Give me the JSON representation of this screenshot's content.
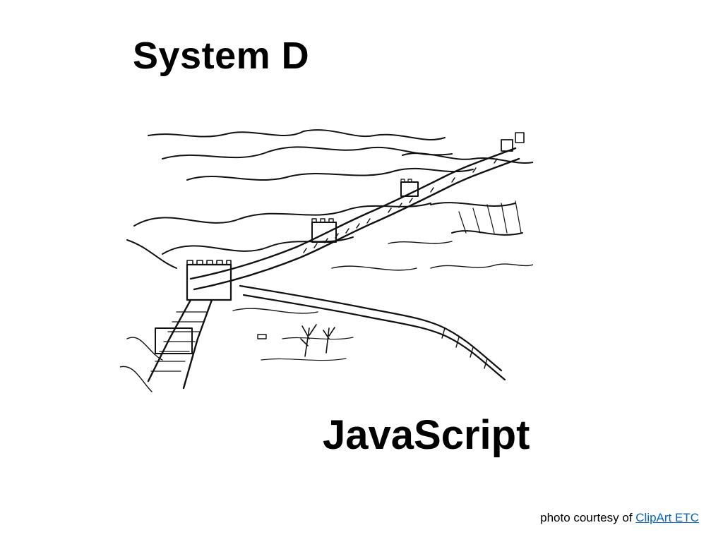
{
  "slide": {
    "title": "System D",
    "subtitle": "JavaScript",
    "credit": {
      "prefix": "photo courtesy of ",
      "link_text": "ClipArt ETC"
    }
  },
  "illustration": {
    "icon": "great-wall-line-drawing-icon"
  },
  "colors": {
    "text": "#000000",
    "link": "#0563C1",
    "background": "#ffffff",
    "ink": "#111111"
  }
}
